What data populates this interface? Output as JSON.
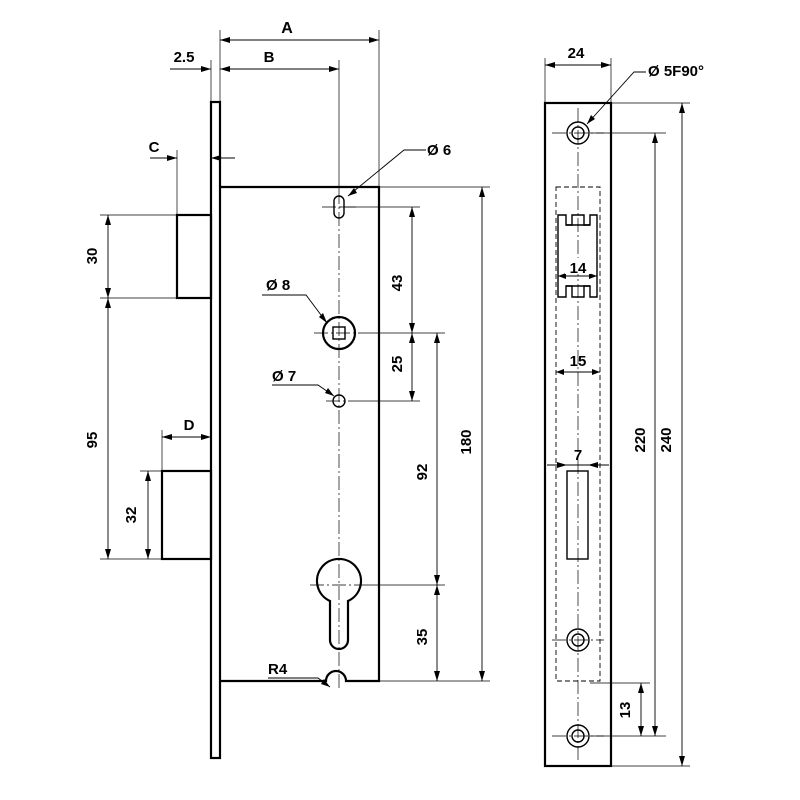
{
  "side_view": {
    "dim_A": "A",
    "dim_B": "B",
    "dim_backplate": "2.5",
    "dim_C": "C",
    "dim_D": "D",
    "hole_top": "Ø 6",
    "hole_spindle": "Ø 8",
    "hole_small": "Ø 7",
    "latch_height": "30",
    "latch_to_bolt": "95",
    "bolt_height": "32",
    "spacing_43": "43",
    "spacing_25": "25",
    "spacing_92": "92",
    "spacing_35": "35",
    "case_height": "180",
    "notch_radius": "R4"
  },
  "faceplate_view": {
    "width": "24",
    "screw_hole": "Ø 5F90°",
    "latch_slot_width": "14",
    "latch_slot_inner": "15",
    "bolt_slot_width": "7",
    "screw_spacing": "220",
    "length": "240",
    "bottom_offset": "13"
  }
}
